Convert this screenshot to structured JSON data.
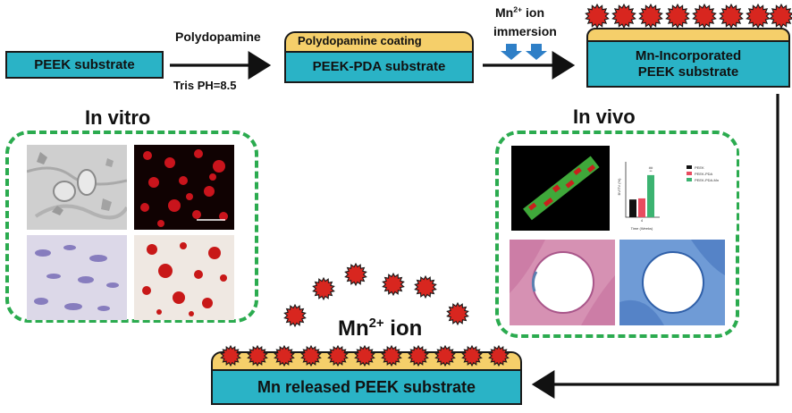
{
  "steps": {
    "substrate": "PEEK substrate",
    "arrow1_top": "Polydopamine",
    "arrow1_bottom": "Tris PH=8.5",
    "coating": "Polydopamine coating",
    "pda_substrate": "PEEK-PDA substrate",
    "ion_label_pre": "Mn",
    "ion_label_sup": "2+",
    "ion_label_post": " ion",
    "immersion": "immersion",
    "mn_line1": "Mn-Incorporated",
    "mn_line2": "PEEK substrate",
    "released": "Mn released PEEK substrate",
    "released_ion_pre": "Mn",
    "released_ion_sup": "2+",
    "released_ion_post": " ion"
  },
  "sections": {
    "in_vitro": "In vitro",
    "in_vivo": "In vivo"
  },
  "mini_chart": {
    "legend": [
      "PEEK",
      "PEEK-PDA",
      "PEEK-PDA-Mn"
    ],
    "xlabel": "Time (Weeks)",
    "xtick": "4",
    "ylabel": "BV/TV (%)",
    "values": [
      8,
      8.5,
      19
    ],
    "ymax": 25,
    "colors": [
      "#111111",
      "#e84b5f",
      "#3cb371"
    ],
    "sig": [
      "##",
      "**"
    ]
  },
  "colors": {
    "substrate": "#2ab3c6",
    "coating": "#f5cf6a",
    "particle": "#d8261f",
    "dash": "#2bab4f",
    "arrow_down": "#2e7fc7"
  }
}
